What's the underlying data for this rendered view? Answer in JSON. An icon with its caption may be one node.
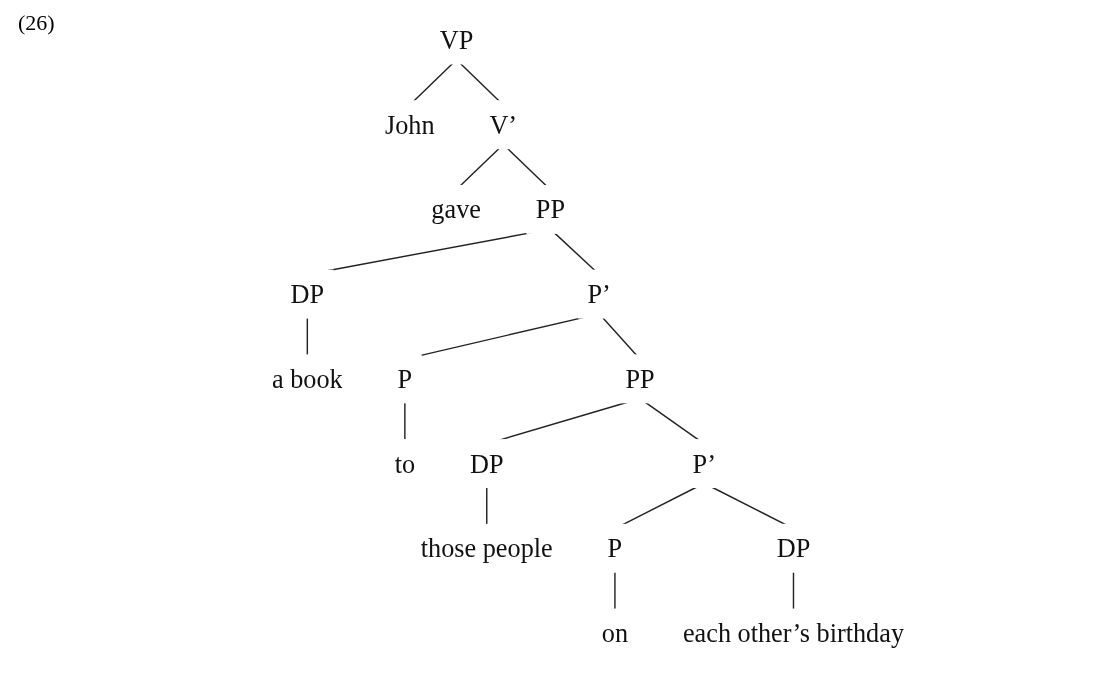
{
  "diagram": {
    "nodes": [
      {
        "text": [
          "VP"
        ]
      },
      {
        "text": [
          "John"
        ]
      },
      {
        "text": [
          "V’"
        ]
      },
      {
        "text": [
          "gave"
        ]
      },
      {
        "text": [
          "PP"
        ]
      },
      {
        "text": [
          "DP"
        ]
      },
      {
        "text": [
          "P’"
        ]
      },
      {
        "text": [
          "a book"
        ]
      },
      {
        "text": [
          "P"
        ]
      },
      {
        "text": [
          "PP"
        ]
      },
      {
        "text": [
          "to"
        ]
      },
      {
        "text": [
          "DP"
        ]
      },
      {
        "text": [
          "P’"
        ]
      },
      {
        "text": [
          "those people"
        ]
      },
      {
        "text": [
          "P"
        ]
      },
      {
        "text": [
          "DP"
        ]
      },
      {
        "text": [
          "on"
        ]
      },
      {
        "text": [
          "each other’s birthday"
        ]
      }
    ],
    "edges": [
      {
        "from": 0,
        "to": 1,
        "arrow": "none"
      },
      {
        "from": 0,
        "to": 2,
        "arrow": "none"
      },
      {
        "from": 2,
        "to": 3,
        "arrow": "none"
      },
      {
        "from": 2,
        "to": 4,
        "arrow": "none"
      },
      {
        "from": 4,
        "to": 5,
        "arrow": "none"
      },
      {
        "from": 4,
        "to": 6,
        "arrow": "none"
      },
      {
        "from": 5,
        "to": 7,
        "arrow": "none"
      },
      {
        "from": 6,
        "to": 8,
        "arrow": "none"
      },
      {
        "from": 6,
        "to": 9,
        "arrow": "none"
      },
      {
        "from": 8,
        "to": 10,
        "arrow": "none"
      },
      {
        "from": 9,
        "to": 11,
        "arrow": "none"
      },
      {
        "from": 9,
        "to": 12,
        "arrow": "none"
      },
      {
        "from": 11,
        "to": 13,
        "arrow": "none"
      },
      {
        "from": 12,
        "to": 14,
        "arrow": "none"
      },
      {
        "from": 12,
        "to": 15,
        "arrow": "none"
      },
      {
        "from": 14,
        "to": 16,
        "arrow": "none"
      },
      {
        "from": 15,
        "to": 17,
        "arrow": "none"
      }
    ],
    "labels": [
      "(26)"
    ]
  }
}
